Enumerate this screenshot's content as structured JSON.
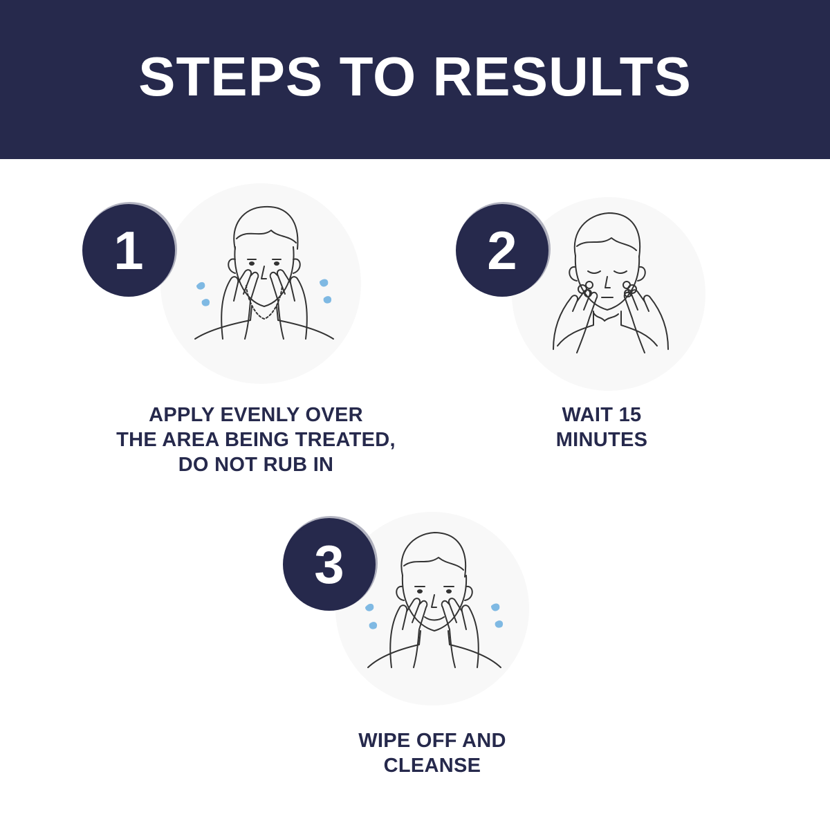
{
  "header": {
    "title": "STEPS TO RESULTS"
  },
  "colors": {
    "navy": "#26294c",
    "drop_blue": "#7fb9e3",
    "line": "#333333"
  },
  "steps": [
    {
      "number": "1",
      "icon": "apply-face-icon",
      "caption_lines": [
        "APPLY EVENLY OVER",
        "THE AREA BEING TREATED,",
        "DO NOT RUB IN"
      ]
    },
    {
      "number": "2",
      "icon": "wait-face-icon",
      "caption_lines": [
        "WAIT 15",
        "MINUTES"
      ]
    },
    {
      "number": "3",
      "icon": "wipe-face-icon",
      "caption_lines": [
        "WIPE OFF AND",
        "CLEANSE"
      ]
    }
  ]
}
